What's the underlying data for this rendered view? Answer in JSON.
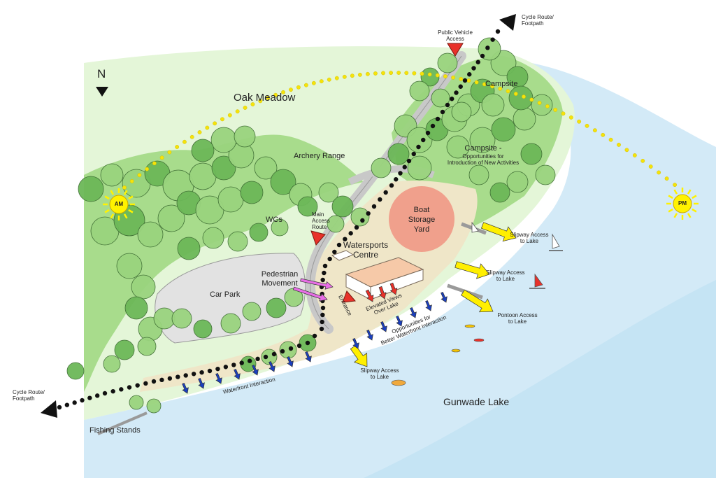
{
  "map": {
    "labels": {
      "north": "N",
      "oak_meadow": "Oak Meadow",
      "archery_range": "Archery Range",
      "campsite_top": "Campsite",
      "campsite_lower_title": "Campsite -",
      "campsite_lower_line1": "Opportunities for",
      "campsite_lower_line2": "Introduction of New Activities",
      "boat_storage_line1": "Boat",
      "boat_storage_line2": "Storage",
      "boat_storage_line3": "Yard",
      "wcs": "WCs",
      "main_access_line1": "Main",
      "main_access_line2": "Access",
      "main_access_line3": "Route",
      "watersports_line1": "Watersports",
      "watersports_line2": "Centre",
      "pedestrian_line1": "Pedestrian",
      "pedestrian_line2": "Movement",
      "car_park": "Car Park",
      "entrance": "Entrance",
      "elevated_line1": "Elevated Views",
      "elevated_line2": "Over Lake",
      "opportunities_line1": "Opportunities for",
      "opportunities_line2": "Better Waterfront Interaction",
      "public_vehicle_line1": "Public Vehicle",
      "public_vehicle_line2": "Access",
      "cycle_ne_line1": "Cycle Route/",
      "cycle_ne_line2": "Footpath",
      "cycle_sw_line1": "Cycle Route/",
      "cycle_sw_line2": "Footpath",
      "slipway1_line1": "Slipway Access",
      "slipway1_line2": "to Lake",
      "slipway2_line1": "Slipway Access",
      "slipway2_line2": "to Lake",
      "pontoon_line1": "Pontoon Access",
      "pontoon_line2": "to Lake",
      "slipway3_line1": "Slipway Access",
      "slipway3_line2": "to Lake",
      "waterfront_interaction": "Waterfront Interaction",
      "gunwade_lake": "Gunwade Lake",
      "fishing_stands": "Fishing Stands",
      "sun_am": "AM",
      "sun_pm": "PM"
    },
    "icons": [
      "north-arrow-icon",
      "sun-icon",
      "access-triangle-icon",
      "direction-arrow-icon",
      "sailboat-icon",
      "kayak-icon"
    ],
    "colors": {
      "meadow": "#e4f6d8",
      "woodland": "#9ad47e",
      "woodland_dark": "#6cb858",
      "lake": "#cfe8f6",
      "lake_deep": "#9fd2ee",
      "hardstanding": "#efe6c8",
      "car_park": "#e2e2e2",
      "road": "#c8c8c8",
      "boat_storage": "#f0a08c",
      "building_roof": "#f6c9a8",
      "route_dots": "#111111",
      "sun_path": "#f5e30a",
      "sun": "#fff200",
      "access_marker": "#e8312a",
      "access_arrow": "#ffef00",
      "pedestrian_arrow": "#e86ee6",
      "view_arrow": "#e8312a",
      "waterfront_arrow": "#1a3fbf"
    }
  }
}
